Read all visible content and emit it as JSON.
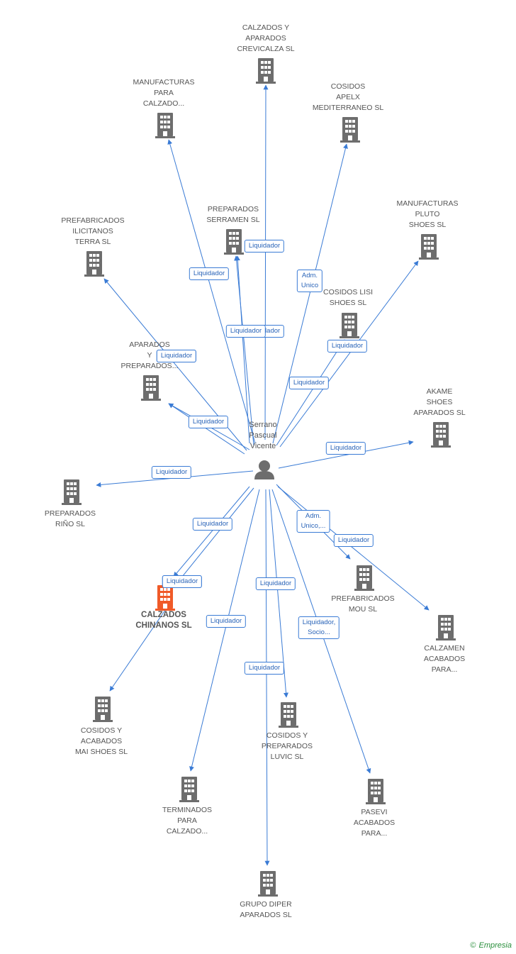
{
  "colors": {
    "edge": "#3a7bd5",
    "building": "#6d6d6d",
    "focus": "#f05a28",
    "person": "#6d6d6d"
  },
  "person": {
    "name": "Serrano\nPascual\nVicente",
    "icon": "person-icon"
  },
  "companies": [
    {
      "id": "crevicalza",
      "label": "CALZADOS Y\nAPARADOS\nCREVICALZA SL"
    },
    {
      "id": "manuf-para",
      "label": "MANUFACTURAS\nPARA\nCALZADO..."
    },
    {
      "id": "apelx",
      "label": "COSIDOS\nAPELX\nMEDITERRANEO SL"
    },
    {
      "id": "serramen",
      "label": "PREPARADOS\nSERRAMEN SL"
    },
    {
      "id": "pluto",
      "label": "MANUFACTURAS\nPLUTO\nSHOES SL"
    },
    {
      "id": "ilicitanos",
      "label": "PREFABRICADOS\nILICITANOS\nTERRA SL"
    },
    {
      "id": "lisi",
      "label": "COSIDOS LISI\nSHOES SL"
    },
    {
      "id": "aparados-prep",
      "label": "APARADOS\nY\nPREPARADOS..."
    },
    {
      "id": "akame",
      "label": "AKAME\nSHOES\nAPARADOS SL"
    },
    {
      "id": "rino",
      "label": "PREPARADOS\nRIÑO SL"
    },
    {
      "id": "chinanos",
      "label": "CALZADOS\nCHINANOS SL",
      "focus": true
    },
    {
      "id": "mou",
      "label": "PREFABRICADOS\nMOU SL"
    },
    {
      "id": "calzamen",
      "label": "CALZAMEN\nACABADOS\nPARA..."
    },
    {
      "id": "mai",
      "label": "COSIDOS Y\nACABADOS\nMAI SHOES SL"
    },
    {
      "id": "luvic",
      "label": "COSIDOS Y\nPREPARADOS\nLUVIC SL"
    },
    {
      "id": "terminados",
      "label": "TERMINADOS\nPARA\nCALZADO..."
    },
    {
      "id": "pasevi",
      "label": "PASEVI\nACABADOS\nPARA..."
    },
    {
      "id": "diper",
      "label": "GRUPO DIPER\nAPARADOS SL"
    }
  ],
  "relations": [
    {
      "to": "crevicalza",
      "label": "Liquidador"
    },
    {
      "to": "manuf-para",
      "label": "Liquidador"
    },
    {
      "to": "apelx",
      "label": "Adm.\nUnico"
    },
    {
      "to": "serramen",
      "label": "Liquidador"
    },
    {
      "to": "serramen",
      "label": "Liquidador"
    },
    {
      "to": "pluto",
      "label": "Liquidador"
    },
    {
      "to": "lisi",
      "label": "Liquidador"
    },
    {
      "to": "ilicitanos",
      "label": "Liquidador"
    },
    {
      "to": "aparados-prep",
      "label": "Liquidador"
    },
    {
      "to": "aparados-prep",
      "label": "Liquidador"
    },
    {
      "to": "akame",
      "label": "Liquidador"
    },
    {
      "to": "rino",
      "label": "Liquidador"
    },
    {
      "to": "mou",
      "label": "Adm.\nUnico,..."
    },
    {
      "to": "calzamen",
      "label": "Liquidador"
    },
    {
      "to": "chinanos",
      "label": "Liquidador"
    },
    {
      "to": "chinanos",
      "label": "Liquidador"
    },
    {
      "to": "mai",
      "label": "Liquidador"
    },
    {
      "to": "luvic",
      "label": "Liquidador"
    },
    {
      "to": "diper",
      "label": "Liquidador"
    },
    {
      "to": "pasevi",
      "label": "Liquidador,\nSocio..."
    }
  ],
  "footer": {
    "copyright": "©",
    "brand": "Empresia"
  }
}
